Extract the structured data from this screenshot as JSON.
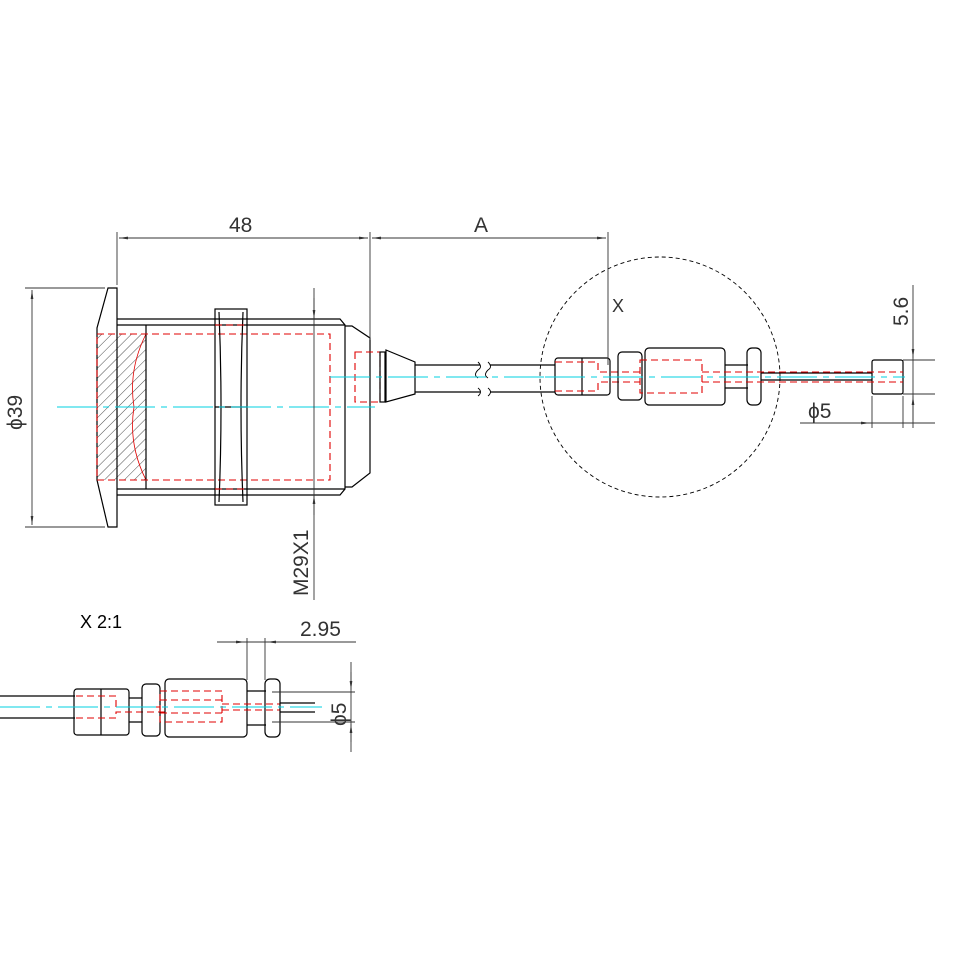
{
  "drawing": {
    "dimensions": {
      "length": "48",
      "cable_length": "A",
      "flange_diameter": "ϕ39",
      "thread": "M29X1",
      "cap_length": "5.6",
      "cap_diameter": "ϕ5",
      "collar_width": "2.95",
      "detail_diameter": "ϕ5"
    },
    "detail_marker": "X",
    "detail_title": "X 2:1",
    "colors": {
      "outline": "#000000",
      "hidden": "#e00000",
      "centerline": "#00d0e0",
      "dimension": "#333333"
    }
  }
}
